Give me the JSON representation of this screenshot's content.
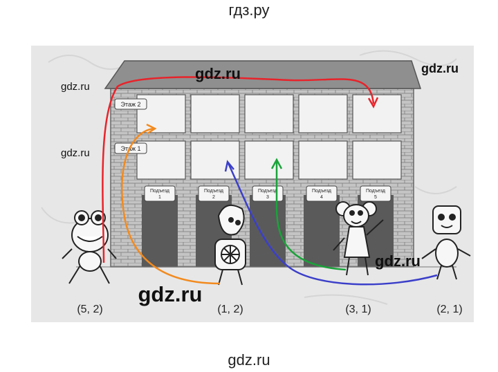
{
  "site_title": "гдз.ру",
  "footer_watermark": "gdz.ru",
  "watermarks": [
    "gdz.ru",
    "gdz.ru",
    "gdz.ru",
    "gdz.ru",
    "gdz.ru",
    "gdz.ru"
  ],
  "floors": [
    "Этаж 2",
    "Этаж 1"
  ],
  "entrances": [
    {
      "label": "Подъезд",
      "number": "1"
    },
    {
      "label": "Подъезд",
      "number": "2"
    },
    {
      "label": "Подъезд",
      "number": "3"
    },
    {
      "label": "Подъезд",
      "number": "4"
    },
    {
      "label": "Подъезд",
      "number": "5"
    }
  ],
  "characters": [
    {
      "name": "frog",
      "coordinates": "(5, 2)"
    },
    {
      "name": "robot",
      "coordinates": "(1, 2)"
    },
    {
      "name": "mouse",
      "coordinates": "(3, 1)"
    },
    {
      "name": "square-head",
      "coordinates": "(2, 1)"
    }
  ],
  "colors": {
    "red_path": "#e8232a",
    "orange_path": "#f28a1e",
    "blue_path": "#3b3fc9",
    "green_path": "#1aa33a",
    "photo_bg": "#e6e6e6",
    "roof": "#8c8c8c",
    "brick": "#bdbdbd"
  }
}
